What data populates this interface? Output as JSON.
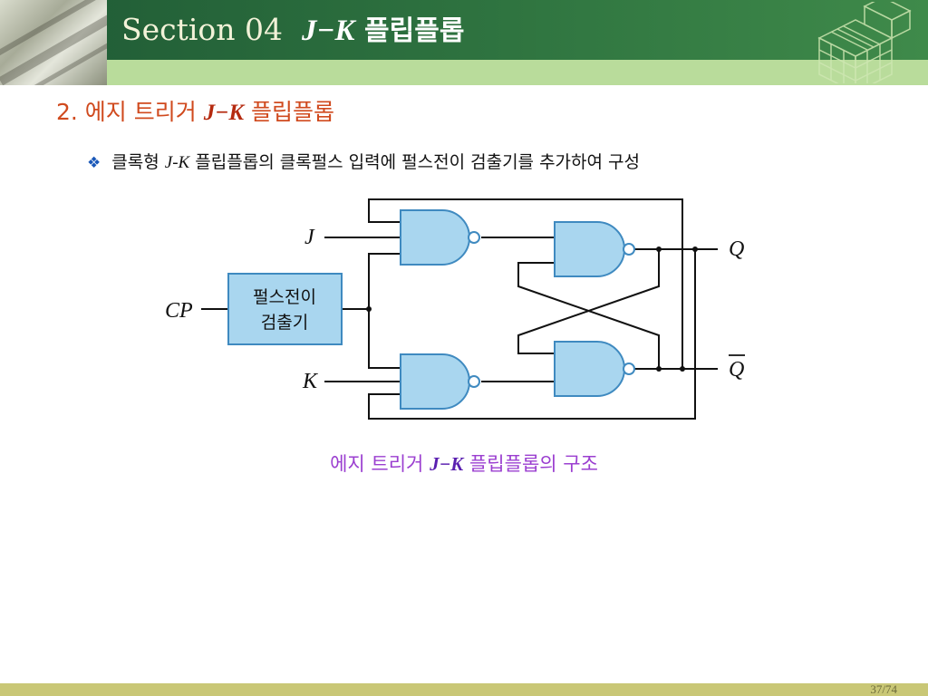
{
  "header": {
    "section_label": "Section 04",
    "title_jk": "J−K",
    "title_korean": "플립플롭",
    "accent_color": "#2f7440",
    "strip_color": "#b9dc9b"
  },
  "subtitle": {
    "number": "2. 에지 트리거",
    "jk": "J−K",
    "korean": "플립플롭"
  },
  "bullet": {
    "icon": "diamond-bullet-icon",
    "before": "클록형",
    "jk": "J-K",
    "after": "플립플롭의 클록펄스 입력에 펄스전이 검출기를 추가하여 구성"
  },
  "diagram": {
    "input_j": "J",
    "input_cp": "CP",
    "input_k": "K",
    "detector_line1": "펄스전이",
    "detector_line2": "검출기",
    "output_q": "Q",
    "output_qbar": "Q",
    "detector_color": "#a9d6ef",
    "gate_color": "#a9d6ef"
  },
  "caption": {
    "before": "에지 트리거",
    "jk": "J−K",
    "after": "플립플롭의 구조"
  },
  "footer": {
    "page": "37/74"
  }
}
